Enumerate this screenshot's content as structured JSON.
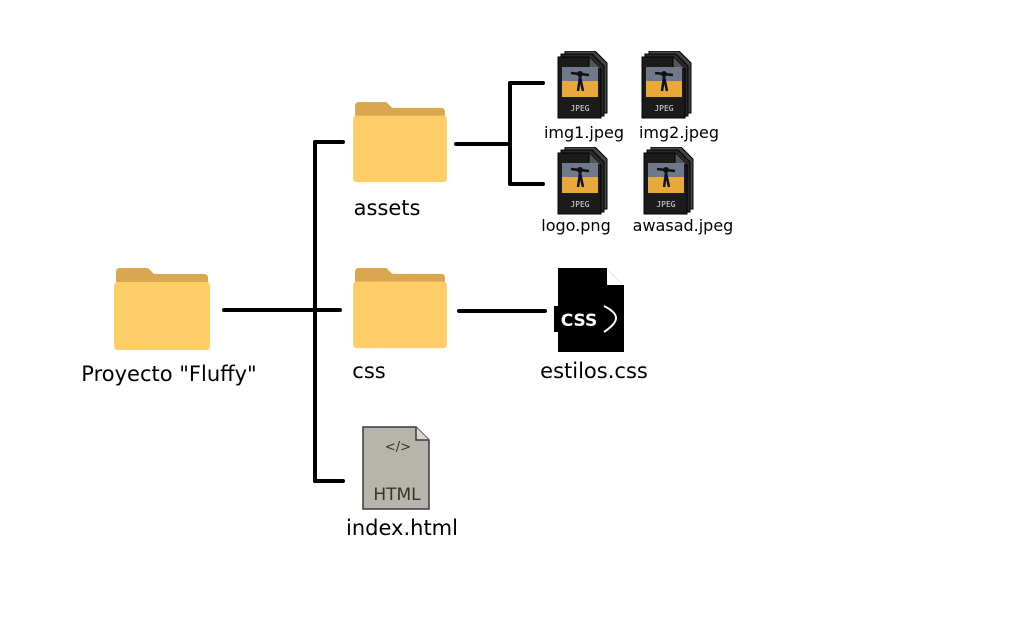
{
  "colors": {
    "folder_front": "#FFCD67",
    "folder_back": "#D9A74D",
    "connector": "#000000",
    "html_doc": "#B7B5AB",
    "css_doc": "#000000",
    "jpeg_dark": "#1b1b1b",
    "photo_field": "#E8A83C",
    "photo_sky": "#6E7A8A"
  },
  "root": {
    "label": "Proyecto \"Fluffy\"",
    "icon": "folder-icon"
  },
  "folders": {
    "assets": {
      "label": "assets",
      "icon": "folder-icon"
    },
    "css": {
      "label": "css",
      "icon": "folder-icon"
    }
  },
  "files": {
    "img1": {
      "label": "img1.jpeg",
      "icon": "jpeg-file-icon",
      "badge": "JPEG"
    },
    "img2": {
      "label": "img2.jpeg",
      "icon": "jpeg-file-icon",
      "badge": "JPEG"
    },
    "logo": {
      "label": "logo.png",
      "icon": "jpeg-file-icon",
      "badge": "JPEG"
    },
    "awasad": {
      "label": "awasad.jpeg",
      "icon": "jpeg-file-icon",
      "badge": "JPEG"
    },
    "estilos": {
      "label": "estilos.css",
      "icon": "css-file-icon",
      "badge": "CSS"
    },
    "index": {
      "label": "index.html",
      "icon": "html-file-icon",
      "badge": "HTML",
      "tag": "</>"
    }
  }
}
